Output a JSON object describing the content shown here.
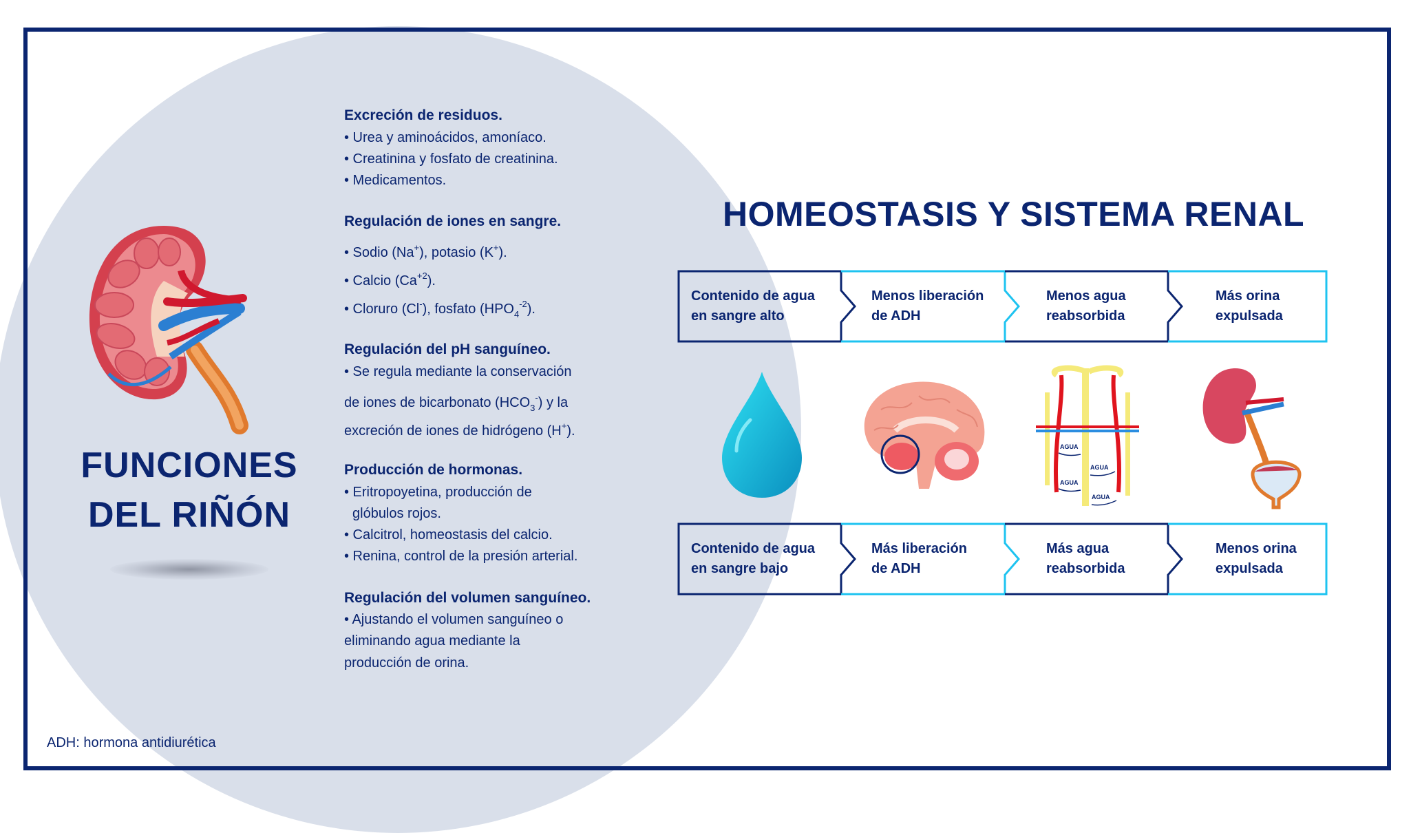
{
  "colors": {
    "navy": "#0b2570",
    "light_blue": "#1ec3f0",
    "circle_bg": "#d9dfea",
    "background": "#ffffff"
  },
  "left_panel": {
    "title_line1": "FUNCIONES",
    "title_line2": "DEL RIÑÓN",
    "illustration": "kidney-illustration",
    "sections": [
      {
        "heading": "Excreción de residuos.",
        "items": [
          "• Urea y aminoácidos, amoníaco.",
          "• Creatinina y fosfato de creatinina.",
          "• Medicamentos."
        ]
      },
      {
        "heading": "Regulación de iones en sangre.",
        "items": [
          "• Sodio (Na⁺), potasio (K⁺).",
          "• Calcio (Ca⁺²).",
          "• Cloruro (Cl⁻), fosfato (HPO₄⁻²)."
        ]
      },
      {
        "heading": "Regulación del pH sanguíneo.",
        "items": [
          "• Se regula mediante la conservación",
          "de iones de bicarbonato (HCO₃⁻) y la",
          "excreción de iones de hidrógeno (H⁺)."
        ]
      },
      {
        "heading": "Producción de hormonas.",
        "items": [
          "• Eritropoyetina, producción de",
          "glóbulos rojos.",
          "• Calcitrol, homeostasis del calcio.",
          "• Renina, control de la presión arterial."
        ]
      },
      {
        "heading": "Regulación del volumen sanguíneo.",
        "items": [
          "• Ajustando el volumen sanguíneo o",
          "eliminando agua mediante la",
          "producción de orina."
        ]
      }
    ],
    "rich": {
      "na_pre": "• Sodio (Na",
      "na_sup": "+",
      "na_mid": "), potasio (K",
      "k_sup": "+",
      "na_end": ").",
      "ca_pre": "• Calcio (Ca",
      "ca_sup": "+2",
      "ca_end": ").",
      "cl_pre": "• Cloruro (Cl",
      "cl_sup": "-",
      "cl_mid": "), fosfato (HPO",
      "hpo_sub": "4",
      "hpo_sup": "-2",
      "cl_end": ").",
      "hco_pre": "de iones de bicarbonato (HCO",
      "hco_sub": "3",
      "hco_sup": "-",
      "hco_end": ") y la",
      "h_pre": "excreción de iones de hidrógeno (H",
      "h_sup": "+",
      "h_end": ")."
    }
  },
  "right_panel": {
    "title": "HOMEOSTASIS Y SISTEMA RENAL",
    "flow_high": {
      "steps": [
        "Contenido de agua\nen sangre alto",
        "Menos liberación\nde ADH",
        "Menos agua\nreabsorbida",
        "Más orina\nexpulsada"
      ]
    },
    "illustrations": [
      {
        "name": "water-drop-icon"
      },
      {
        "name": "brain-hypothalamus-icon"
      },
      {
        "name": "nephron-water-reabsorption-icon",
        "labels": [
          "AGUA",
          "AGUA",
          "AGUA",
          "AGUA"
        ]
      },
      {
        "name": "kidney-bladder-icon"
      }
    ],
    "flow_low": {
      "steps": [
        "Contenido de agua\nen sangre bajo",
        "Más liberación\nde ADH",
        "Más agua\nreabsorbida",
        "Menos orina\nexpulsada"
      ]
    }
  },
  "footnote": "ADH: hormona antidiurética"
}
